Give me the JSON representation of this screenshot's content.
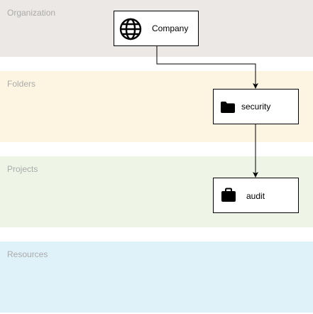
{
  "bands": {
    "organization": {
      "label": "Organization",
      "color": "#ece8e5"
    },
    "folders": {
      "label": "Folders",
      "color": "#fdf5e1"
    },
    "projects": {
      "label": "Projects",
      "color": "#eef4e6"
    },
    "resources": {
      "label": "Resources",
      "color": "#dff2fa"
    }
  },
  "nodes": {
    "company": {
      "label": "Company",
      "icon": "globe-icon"
    },
    "security": {
      "label": "security",
      "icon": "folder-icon"
    },
    "audit": {
      "label": "audit",
      "icon": "briefcase-icon"
    }
  },
  "edges": [
    {
      "from": "company",
      "to": "security"
    },
    {
      "from": "security",
      "to": "audit"
    }
  ]
}
